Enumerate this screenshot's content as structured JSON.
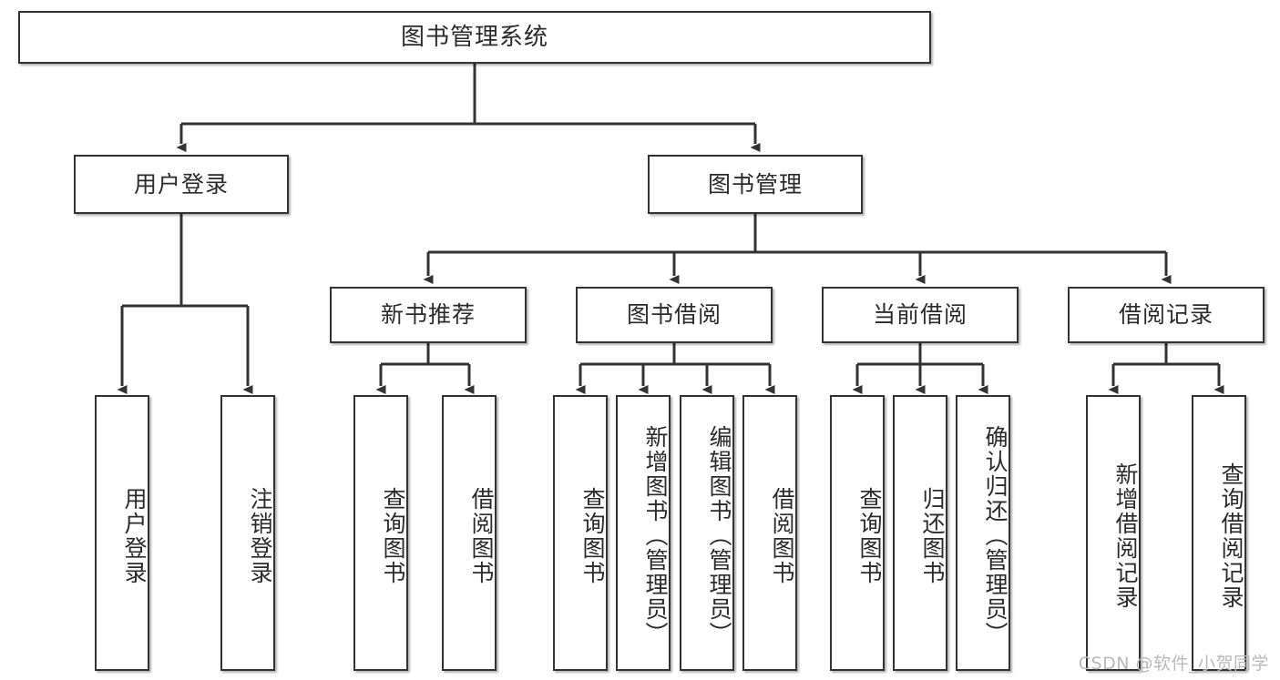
{
  "diagram": {
    "title": "图书管理系统",
    "type": "tree-hierarchy",
    "watermark": "CSDN @软件_小贺同学",
    "colors": {
      "box_border": "#333333",
      "box_fill": "#ffffff",
      "edge": "#333333",
      "text": "#2b2b2b",
      "watermark": "#b9b9b9"
    },
    "nodes": {
      "root": {
        "label": "图书管理系统"
      },
      "level2": [
        {
          "id": "user-login",
          "label": "用户登录"
        },
        {
          "id": "book-manage",
          "label": "图书管理"
        }
      ],
      "level3": [
        {
          "id": "new-book-recommend",
          "label": "新书推荐"
        },
        {
          "id": "book-borrow",
          "label": "图书借阅"
        },
        {
          "id": "current-borrow",
          "label": "当前借阅"
        },
        {
          "id": "borrow-record",
          "label": "借阅记录"
        }
      ],
      "leaves": {
        "user_login": [
          {
            "id": "leaf-user-login",
            "label": "用户登录"
          },
          {
            "id": "leaf-logout-login",
            "label": "注销登录"
          }
        ],
        "new_book_recommend": [
          {
            "id": "leaf-query-book-1",
            "label": "查询图书"
          },
          {
            "id": "leaf-borrow-book-1",
            "label": "借阅图书"
          }
        ],
        "book_borrow": [
          {
            "id": "leaf-query-book-2",
            "label": "查询图书"
          },
          {
            "id": "leaf-add-book",
            "label": "新增图书（管理员）"
          },
          {
            "id": "leaf-edit-book",
            "label": "编辑图书（管理员）"
          },
          {
            "id": "leaf-borrow-book-2",
            "label": "借阅图书"
          }
        ],
        "current_borrow": [
          {
            "id": "leaf-query-book-3",
            "label": "查询图书"
          },
          {
            "id": "leaf-return-book",
            "label": "归还图书"
          },
          {
            "id": "leaf-confirm-return",
            "label": "确认归还（管理员）"
          }
        ],
        "borrow_record": [
          {
            "id": "leaf-add-record",
            "label": "新增借阅记录"
          },
          {
            "id": "leaf-query-record",
            "label": "查询借阅记录"
          }
        ]
      }
    }
  }
}
